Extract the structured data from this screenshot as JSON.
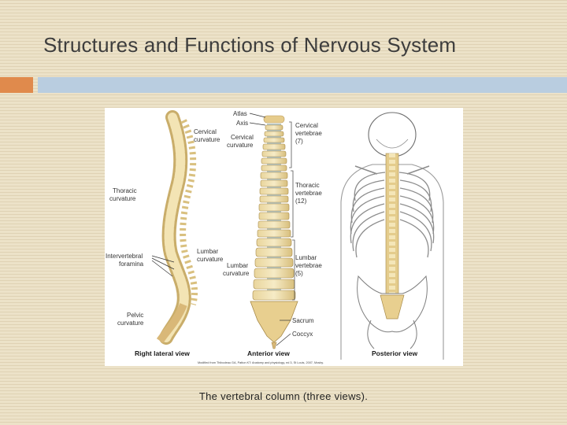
{
  "slide": {
    "title": "Structures and Functions of Nervous System",
    "caption": "The vertebral column (three views).",
    "accent_color": "#e08a4c",
    "bar_color": "#b9cde0"
  },
  "figure": {
    "views": {
      "right_lateral": "Right lateral view",
      "anterior": "Anterior view",
      "posterior": "Posterior view"
    },
    "lateral_labels": {
      "cervical_curvature": [
        "Cervical",
        "curvature"
      ],
      "thoracic_curvature": [
        "Thoracic",
        "curvature"
      ],
      "intervertebral_foramina": [
        "Intervertebral",
        "foramina"
      ],
      "lumbar_curvature": [
        "Lumbar",
        "curvature"
      ],
      "pelvic_curvature": [
        "Pelvic",
        "curvature"
      ]
    },
    "anterior_labels": {
      "atlas": "Atlas",
      "axis": "Axis",
      "cervical_curvature": [
        "Cervical",
        "curvature"
      ],
      "lumbar_curvature": [
        "Lumbar",
        "curvature"
      ]
    },
    "region_labels": {
      "cervical": [
        "Cervical",
        "vertebrae",
        "(7)"
      ],
      "thoracic": [
        "Thoracic",
        "vertebrae",
        "(12)"
      ],
      "lumbar": [
        "Lumbar",
        "vertebrae",
        "(5)"
      ],
      "sacrum": "Sacrum",
      "coccyx": "Coccyx"
    },
    "credit": "Modified from Thibodeau GA, Patton KT: Anatomy and physiology, ed 3, St Louis, 2007, Mosby."
  }
}
